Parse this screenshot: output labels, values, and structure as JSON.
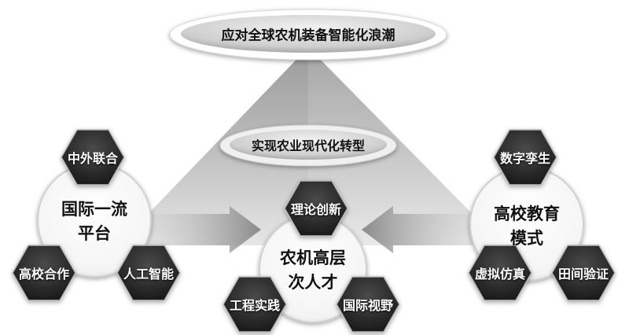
{
  "top_banner": "应对全球农机装备智能化浪潮",
  "middle_banner": "实现农业现代化转型",
  "left_cluster": {
    "center": [
      "国际一流",
      "平台"
    ],
    "hex_top": "中外联合",
    "hex_left": "高校合作",
    "hex_right": "人工智能"
  },
  "middle_cluster": {
    "center": [
      "农机高层",
      "次人才"
    ],
    "hex_top": "理论创新",
    "hex_left": "工程实践",
    "hex_right": "国际视野"
  },
  "right_cluster": {
    "center": [
      "高校教育",
      "模式"
    ],
    "hex_top": "数字孪生",
    "hex_left": "虚拟仿真",
    "hex_right": "田间验证"
  },
  "colors": {
    "hexagon": "#1e1e1e",
    "triangle": "#b8b8b8",
    "circle": "#ffffff",
    "banner": "#d4d4d4"
  }
}
